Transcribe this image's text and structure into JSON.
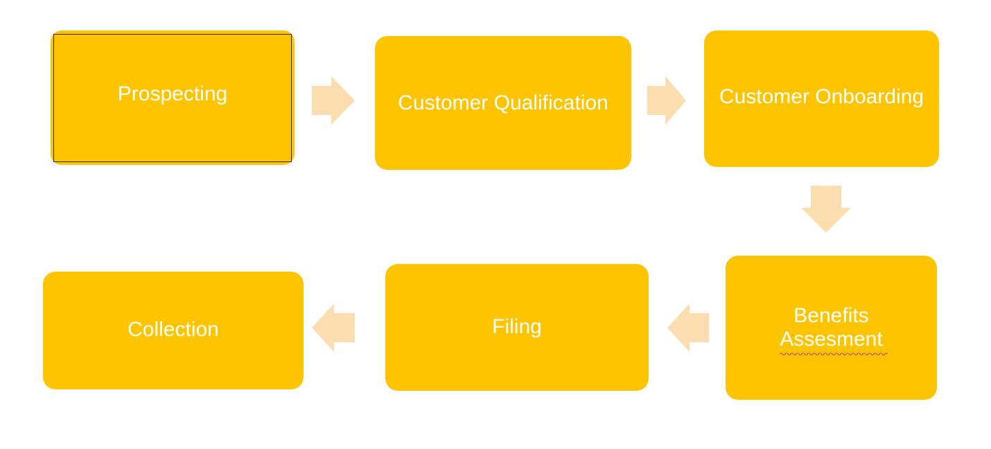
{
  "colors": {
    "box_fill": "#FFC400",
    "text": "#FFFFFF",
    "arrow_fill": "#FBDDB0",
    "selection_border": "#2A2A2A",
    "spell_underline": "#D9534F"
  },
  "steps": [
    {
      "label": "Prospecting"
    },
    {
      "label": "Customer Qualification"
    },
    {
      "label": "Customer Onboarding"
    },
    {
      "label_line1": "Benefits",
      "label_line2": "Assesment"
    },
    {
      "label": "Filing"
    },
    {
      "label": "Collection"
    }
  ],
  "arrows": [
    {
      "from": "Prospecting",
      "to": "Customer Qualification",
      "direction": "right"
    },
    {
      "from": "Customer Qualification",
      "to": "Customer Onboarding",
      "direction": "right"
    },
    {
      "from": "Customer Onboarding",
      "to": "Benefits Assesment",
      "direction": "down"
    },
    {
      "from": "Benefits Assesment",
      "to": "Filing",
      "direction": "left"
    },
    {
      "from": "Filing",
      "to": "Collection",
      "direction": "left"
    }
  ]
}
